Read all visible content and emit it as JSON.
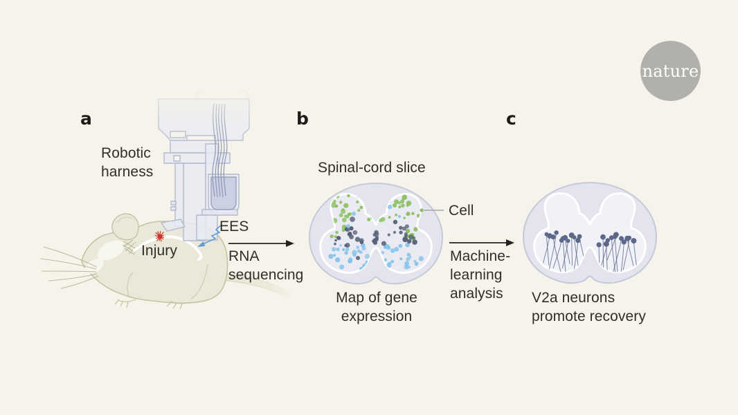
{
  "colors": {
    "background": "#f5f3ea",
    "text": "#2f2e2b",
    "panel_letter": "#1c1b19",
    "arrow": "#222222",
    "ees_blue": "#5f9bd4",
    "injury_red": "#cf3227",
    "mouse_fill": "#eae8d8",
    "mouse_outline": "#c6c2a2",
    "mouse_patch": "#f8f7f0",
    "harness_fill": "#e8eaf3",
    "harness_outline": "#b2b9cf",
    "harness_pouch": "#cbd0e2",
    "harness_pouch_outline": "#9aa3c1",
    "wire": "#8e99b5",
    "slice_fill": "#e3e4ed",
    "slice_outline": "#c6c9da",
    "gray_matter_b": "#eaebf2",
    "gray_matter_c": "#f1f2f7",
    "cell_green": "#8abf5f",
    "cell_blue": "#85c3ea",
    "cell_slate": "#555f77",
    "neuron": "#5c6889",
    "leader_line": "#a8a8a6",
    "logo_bg": "#b2b0ab",
    "logo_text": "#ffffff"
  },
  "branding": {
    "logo": "nature"
  },
  "panel_a": {
    "letter": "a",
    "harness_label": "Robotic\nharness",
    "ees_label": "EES",
    "injury_label": "Injury"
  },
  "arrow_ab": {
    "label": "RNA\nsequencing"
  },
  "panel_b": {
    "letter": "b",
    "title": "Spinal-cord slice",
    "cell_label": "Cell",
    "caption": "Map of gene\nexpression"
  },
  "arrow_bc": {
    "label": "Machine-\nlearning\nanalysis"
  },
  "panel_c": {
    "letter": "c",
    "caption": "V2a neurons\npromote recovery"
  }
}
